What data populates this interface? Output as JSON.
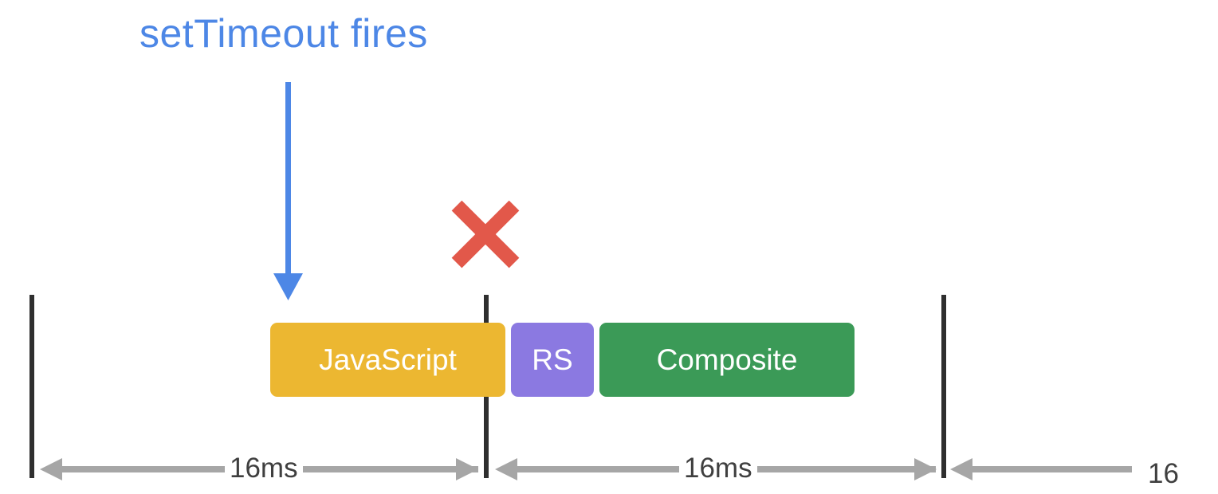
{
  "annotation": {
    "label": "setTimeout fires"
  },
  "tasks": [
    {
      "id": "javascript",
      "label": "JavaScript",
      "color": "#ECB731"
    },
    {
      "id": "rs",
      "label": "RS",
      "color": "#8B79E1"
    },
    {
      "id": "composite",
      "label": "Composite",
      "color": "#3B9A57"
    }
  ],
  "intervals": [
    {
      "label": "16ms"
    },
    {
      "label": "16ms"
    },
    {
      "label": "16"
    }
  ],
  "colors": {
    "annotation_arrow": "#4D87E6",
    "missed_frame_cross": "#E2584A",
    "frame_boundary": "#2F2F2F",
    "interval_arrow": "#A6A6A6"
  },
  "icons": {
    "missed_frame": "cross-icon",
    "annotation_pointer": "arrow-down-icon"
  }
}
